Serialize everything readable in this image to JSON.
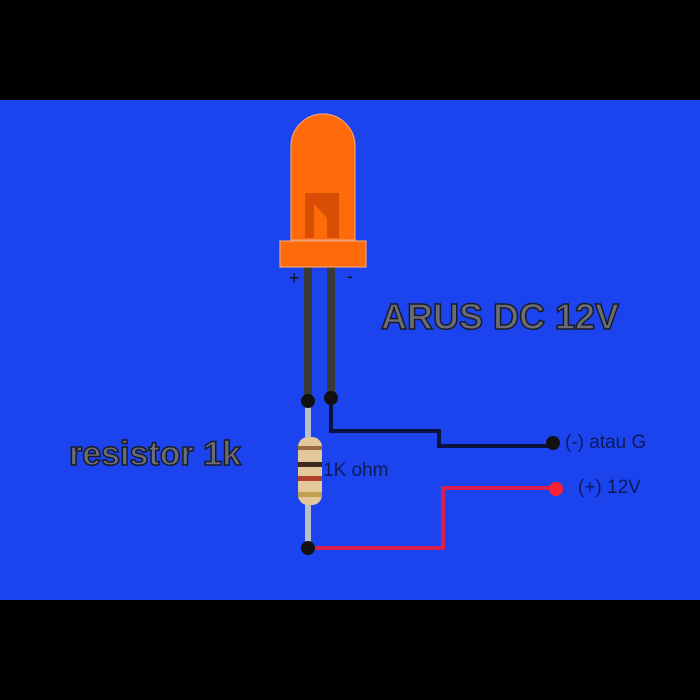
{
  "title": "ARUS DC 12V",
  "resistor_label": "resistor 1k",
  "resistor_value": "1K ohm",
  "led_plus": "+",
  "led_minus": "-",
  "terminal_negative": "(-) atau G",
  "terminal_positive": "(+) 12V",
  "colors": {
    "background": "#1b44ee",
    "led": "#ff6a0a",
    "negative_wire": "#0b1440",
    "positive_wire": "#d8204e"
  }
}
